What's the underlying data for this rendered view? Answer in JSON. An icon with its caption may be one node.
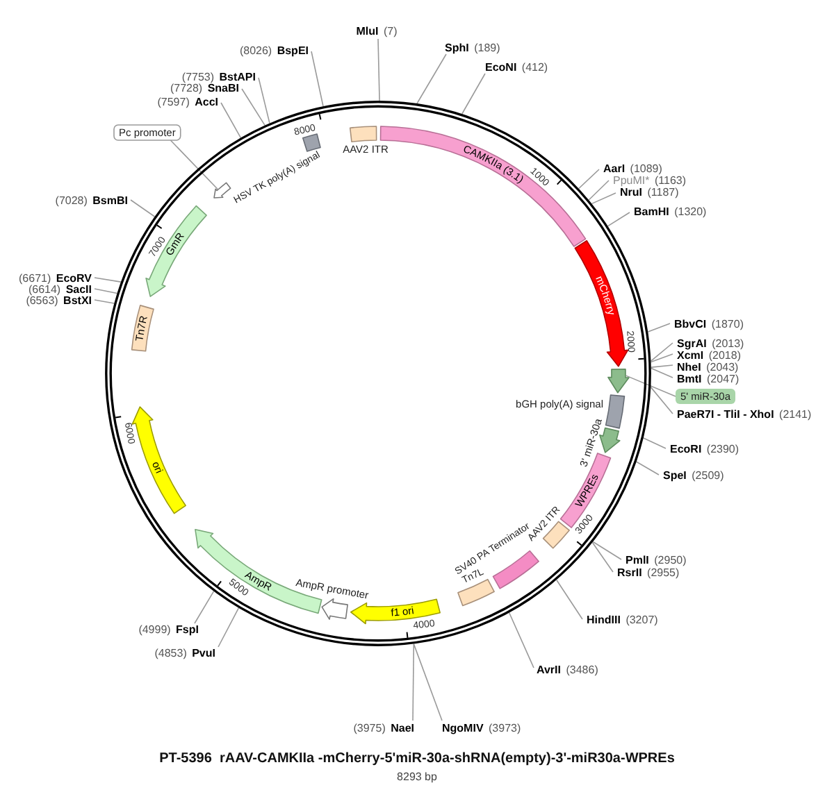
{
  "diagram": {
    "title": "PT-5396  rAAV-CAMKIIa -mCherry-5'miR-30a-shRNA(empty)-3'-miR30a-WPREs",
    "caption": "8293 bp",
    "nodes": [
      {
        "text": [],
        "shape": "circle"
      },
      {
        "text": [],
        "shape": "box",
        "beside": [
          "AAV2 ITR"
        ],
        "in": 0
      },
      {
        "text": [
          "CAMKIIa (3.1)"
        ],
        "in": 0
      },
      {
        "text": [
          "mCherry"
        ],
        "in": 0
      },
      {
        "text": [],
        "shape": "arrow",
        "in": 0
      },
      {
        "text": [],
        "shape": "box",
        "beside": [
          "bGH poly(A) signal"
        ],
        "in": 0
      },
      {
        "text": [],
        "shape": "arrow",
        "beside": [
          "3' miR-30a"
        ],
        "in": 0
      },
      {
        "text": [
          "WPREs"
        ],
        "in": 0
      },
      {
        "text": [],
        "shape": "box",
        "beside": [
          "AAV2 ITR"
        ],
        "in": 0
      },
      {
        "text": [],
        "shape": "box",
        "beside": [
          "SV40 PA Terminator"
        ],
        "in": 0
      },
      {
        "text": [],
        "shape": "box",
        "beside": [
          "Tn7L"
        ],
        "in": 0
      },
      {
        "text": [
          "f1 ori"
        ],
        "in": 0
      },
      {
        "text": [],
        "shape": "arrow",
        "beside": [
          "AmpR promoter"
        ],
        "in": 0
      },
      {
        "text": [
          "AmpR"
        ],
        "in": 0
      },
      {
        "text": [
          "ori"
        ],
        "in": 0
      },
      {
        "text": [
          "Tn7R"
        ],
        "in": 0
      },
      {
        "text": [
          "GmR"
        ],
        "in": 0
      },
      {
        "text": [],
        "shape": "arrow",
        "in": 0
      },
      {
        "text": [],
        "shape": "box",
        "beside": [
          "HSV TK poly(A) signal"
        ],
        "in": 0
      },
      {
        "text": [
          "MluI",
          "(7)"
        ]
      },
      {
        "text": [
          "SphI",
          "(189)"
        ]
      },
      {
        "text": [
          "EcoNI",
          "(412)"
        ]
      },
      {
        "text": [
          "AarI",
          "(1089)"
        ]
      },
      {
        "text": [
          "PpuMI*",
          "(1163)"
        ]
      },
      {
        "text": [
          "NruI",
          "(1187)"
        ]
      },
      {
        "text": [
          "BamHI",
          "(1320)"
        ]
      },
      {
        "text": [
          "BbvCI",
          "(1870)"
        ]
      },
      {
        "text": [
          "SgrAI",
          "(2013)"
        ]
      },
      {
        "text": [
          "XcmI",
          "(2018)"
        ]
      },
      {
        "text": [
          "NheI",
          "(2043)"
        ]
      },
      {
        "text": [
          "BmtI",
          "(2047)"
        ]
      },
      {
        "text": [
          "5' miR-30a"
        ]
      },
      {
        "text": [
          "PaeR7I - TliI - XhoI",
          "(2141)"
        ]
      },
      {
        "text": [
          "EcoRI",
          "(2390)"
        ]
      },
      {
        "text": [
          "SpeI",
          "(2509)"
        ]
      },
      {
        "text": [
          "PmlI",
          "(2950)"
        ]
      },
      {
        "text": [
          "RsrII",
          "(2955)"
        ]
      },
      {
        "text": [
          "HindIII",
          "(3207)"
        ]
      },
      {
        "text": [
          "AvrII",
          "(3486)"
        ]
      },
      {
        "text": [
          "NgoMIV",
          "(3973)"
        ]
      },
      {
        "text": [
          "(3975)",
          "NaeI"
        ]
      },
      {
        "text": [
          "(4853)",
          "PvuI"
        ]
      },
      {
        "text": [
          "(4999)",
          "FspI"
        ]
      },
      {
        "text": [
          "(6563)",
          "BstXI"
        ]
      },
      {
        "text": [
          "(6614)",
          "SacII"
        ]
      },
      {
        "text": [
          "(6671)",
          "EcoRV"
        ]
      },
      {
        "text": [
          "(7028)",
          "BsmBI"
        ]
      },
      {
        "text": [
          "Pc promoter"
        ]
      },
      {
        "text": [
          "(7597)",
          "AccI"
        ]
      },
      {
        "text": [
          "(7728)",
          "SnaBI"
        ]
      },
      {
        "text": [
          "(7753)",
          "BstAPI"
        ]
      },
      {
        "text": [
          "(8026)",
          "BspEI"
        ]
      }
    ],
    "edges": [
      {
        "from": 19,
        "to": 0,
        "arrow": "none"
      },
      {
        "from": 20,
        "to": 0,
        "arrow": "none"
      },
      {
        "from": 21,
        "to": 0,
        "arrow": "none"
      },
      {
        "from": 22,
        "to": 0,
        "arrow": "none"
      },
      {
        "from": 23,
        "to": 0,
        "arrow": "none"
      },
      {
        "from": 24,
        "to": 0,
        "arrow": "none"
      },
      {
        "from": 25,
        "to": 0,
        "arrow": "none"
      },
      {
        "from": 26,
        "to": 0,
        "arrow": "none"
      },
      {
        "from": 27,
        "to": 0,
        "arrow": "none"
      },
      {
        "from": 28,
        "to": 0,
        "arrow": "none"
      },
      {
        "from": 29,
        "to": 0,
        "arrow": "none"
      },
      {
        "from": 30,
        "to": 0,
        "arrow": "none"
      },
      {
        "from": 31,
        "to": 4,
        "arrow": "none"
      },
      {
        "from": 32,
        "to": 0,
        "arrow": "none"
      },
      {
        "from": 33,
        "to": 0,
        "arrow": "none"
      },
      {
        "from": 34,
        "to": 0,
        "arrow": "none"
      },
      {
        "from": 35,
        "to": 0,
        "arrow": "none"
      },
      {
        "from": 36,
        "to": 0,
        "arrow": "none"
      },
      {
        "from": 37,
        "to": 0,
        "arrow": "none"
      },
      {
        "from": 38,
        "to": 0,
        "arrow": "none"
      },
      {
        "from": 39,
        "to": 0,
        "arrow": "none"
      },
      {
        "from": 40,
        "to": 0,
        "arrow": "none"
      },
      {
        "from": 41,
        "to": 0,
        "arrow": "none"
      },
      {
        "from": 42,
        "to": 0,
        "arrow": "none"
      },
      {
        "from": 43,
        "to": 0,
        "arrow": "none"
      },
      {
        "from": 44,
        "to": 0,
        "arrow": "none"
      },
      {
        "from": 45,
        "to": 0,
        "arrow": "none"
      },
      {
        "from": 46,
        "to": 0,
        "arrow": "none"
      },
      {
        "from": 47,
        "to": 17,
        "arrow": "none"
      },
      {
        "from": 48,
        "to": 0,
        "arrow": "none"
      },
      {
        "from": 49,
        "to": 0,
        "arrow": "none"
      },
      {
        "from": 50,
        "to": 0,
        "arrow": "none"
      },
      {
        "from": 51,
        "to": 0,
        "arrow": "none"
      }
    ],
    "labels": [
      "1000",
      "2000",
      "3000",
      "4000",
      "5000",
      "6000",
      "7000",
      "8000"
    ]
  }
}
